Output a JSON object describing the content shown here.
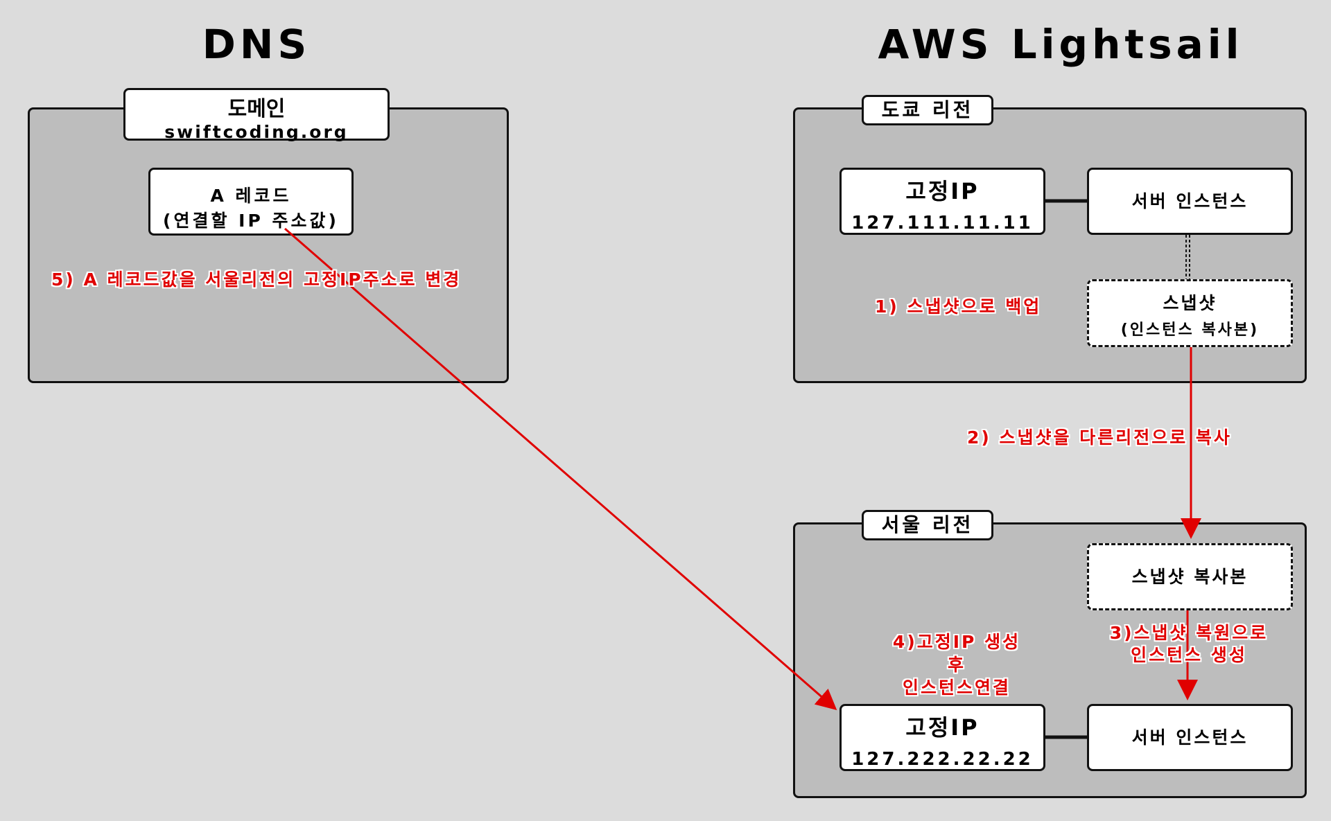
{
  "titles": {
    "dns": "DNS",
    "aws": "AWS Lightsail"
  },
  "dns_region": {
    "domain_label": "도메인",
    "domain_value": "swiftcoding.org",
    "a_record_line1": "A 레코드",
    "a_record_line2": "(연결할 IP 주소값)"
  },
  "tokyo_region": {
    "label": "도쿄 리전",
    "static_ip_title": "고정IP",
    "static_ip_value": "127.111.11.11",
    "server_instance": "서버 인스턴스",
    "snapshot_title": "스냅샷",
    "snapshot_sub": "(인스턴스 복사본)"
  },
  "seoul_region": {
    "label": "서울 리전",
    "snapshot_copy": "스냅샷 복사본",
    "static_ip_title": "고정IP",
    "static_ip_value": "127.222.22.22",
    "server_instance": "서버 인스턴스"
  },
  "steps": {
    "step1": "1) 스냅샷으로 백업",
    "step2": "2) 스냅샷을 다른리전으로 복사",
    "step3_line1": "3)스냅샷 복원으로",
    "step3_line2": "인스턴스 생성",
    "step4_line1": "4)고정IP 생성",
    "step4_line2": "후",
    "step4_line3": "인스턴스연결",
    "step5": "5) A 레코드값을 서울리전의 고정IP주소로 변경"
  },
  "colors": {
    "background": "#dcdcdc",
    "region": "#bdbdbd",
    "accent": "#e00000"
  }
}
